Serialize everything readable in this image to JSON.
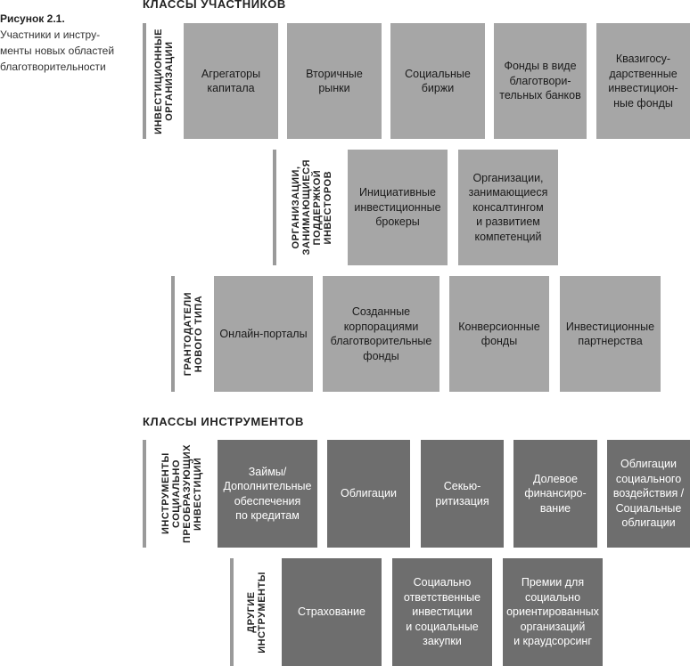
{
  "caption": {
    "figure": "Рисунок 2.1.",
    "lines": [
      "Участники и инстру-",
      "менты новых областей",
      "благотворительности"
    ]
  },
  "participants": {
    "title": "КЛАССЫ УЧАСТНИКОВ",
    "groups": [
      {
        "label": "ИНВЕСТИЦИОННЫЕ\nОРГАНИЗАЦИИ",
        "items": [
          "Агрегаторы\nкапитала",
          "Вторичные\nрынки",
          "Социальные\nбиржи",
          "Фонды в виде\nблаготвори-\nтельных банков",
          "Квазигосу-\nдарственные\nинвестицион-\nные фонды"
        ]
      },
      {
        "label": "ОРГАНИЗАЦИИ,\nЗАНИМАЮЩИЕСЯ\nПОДДЕРЖКОЙ\nИНВЕСТОРОВ",
        "items": [
          "Инициативные\nинвестиционные\nброкеры",
          "Организации,\nзанимающиеся\nконсалтингом\nи развитием\nкомпетенций"
        ]
      },
      {
        "label": "ГРАНТОДАТЕЛИ\nНОВОГО ТИПА",
        "items": [
          "Онлайн-порталы",
          "Созданные\nкорпорациями\nблаготворительные\nфонды",
          "Конверсионные\nфонды",
          "Инвестиционные\nпартнерства"
        ]
      }
    ]
  },
  "instruments": {
    "title": "КЛАССЫ ИНСТРУМЕНТОВ",
    "groups": [
      {
        "label": "ИНСТРУМЕНТЫ\nСОЦИАЛЬНО\nПРЕОБРАЗУЮЩИХ\nИНВЕСТИЦИЙ",
        "items": [
          "Займы/\nДополнительные\nобеспечения\nпо кредитам",
          "Облигации",
          "Секью-\nритизация",
          "Долевое\nфинансиро-\nвание",
          "Облигации\nсоциального\nвоздействия /\nСоциальные\nоблигации"
        ]
      },
      {
        "label": "ДРУГИЕ\nИНСТРУМЕНТЫ",
        "items": [
          "Страхование",
          "Социально\nответственные\nинвестиции\nи социальные\nзакупки",
          "Премии для\nсоциально\nориентированных\nорганизаций\nи краудсорсинг"
        ]
      }
    ]
  }
}
